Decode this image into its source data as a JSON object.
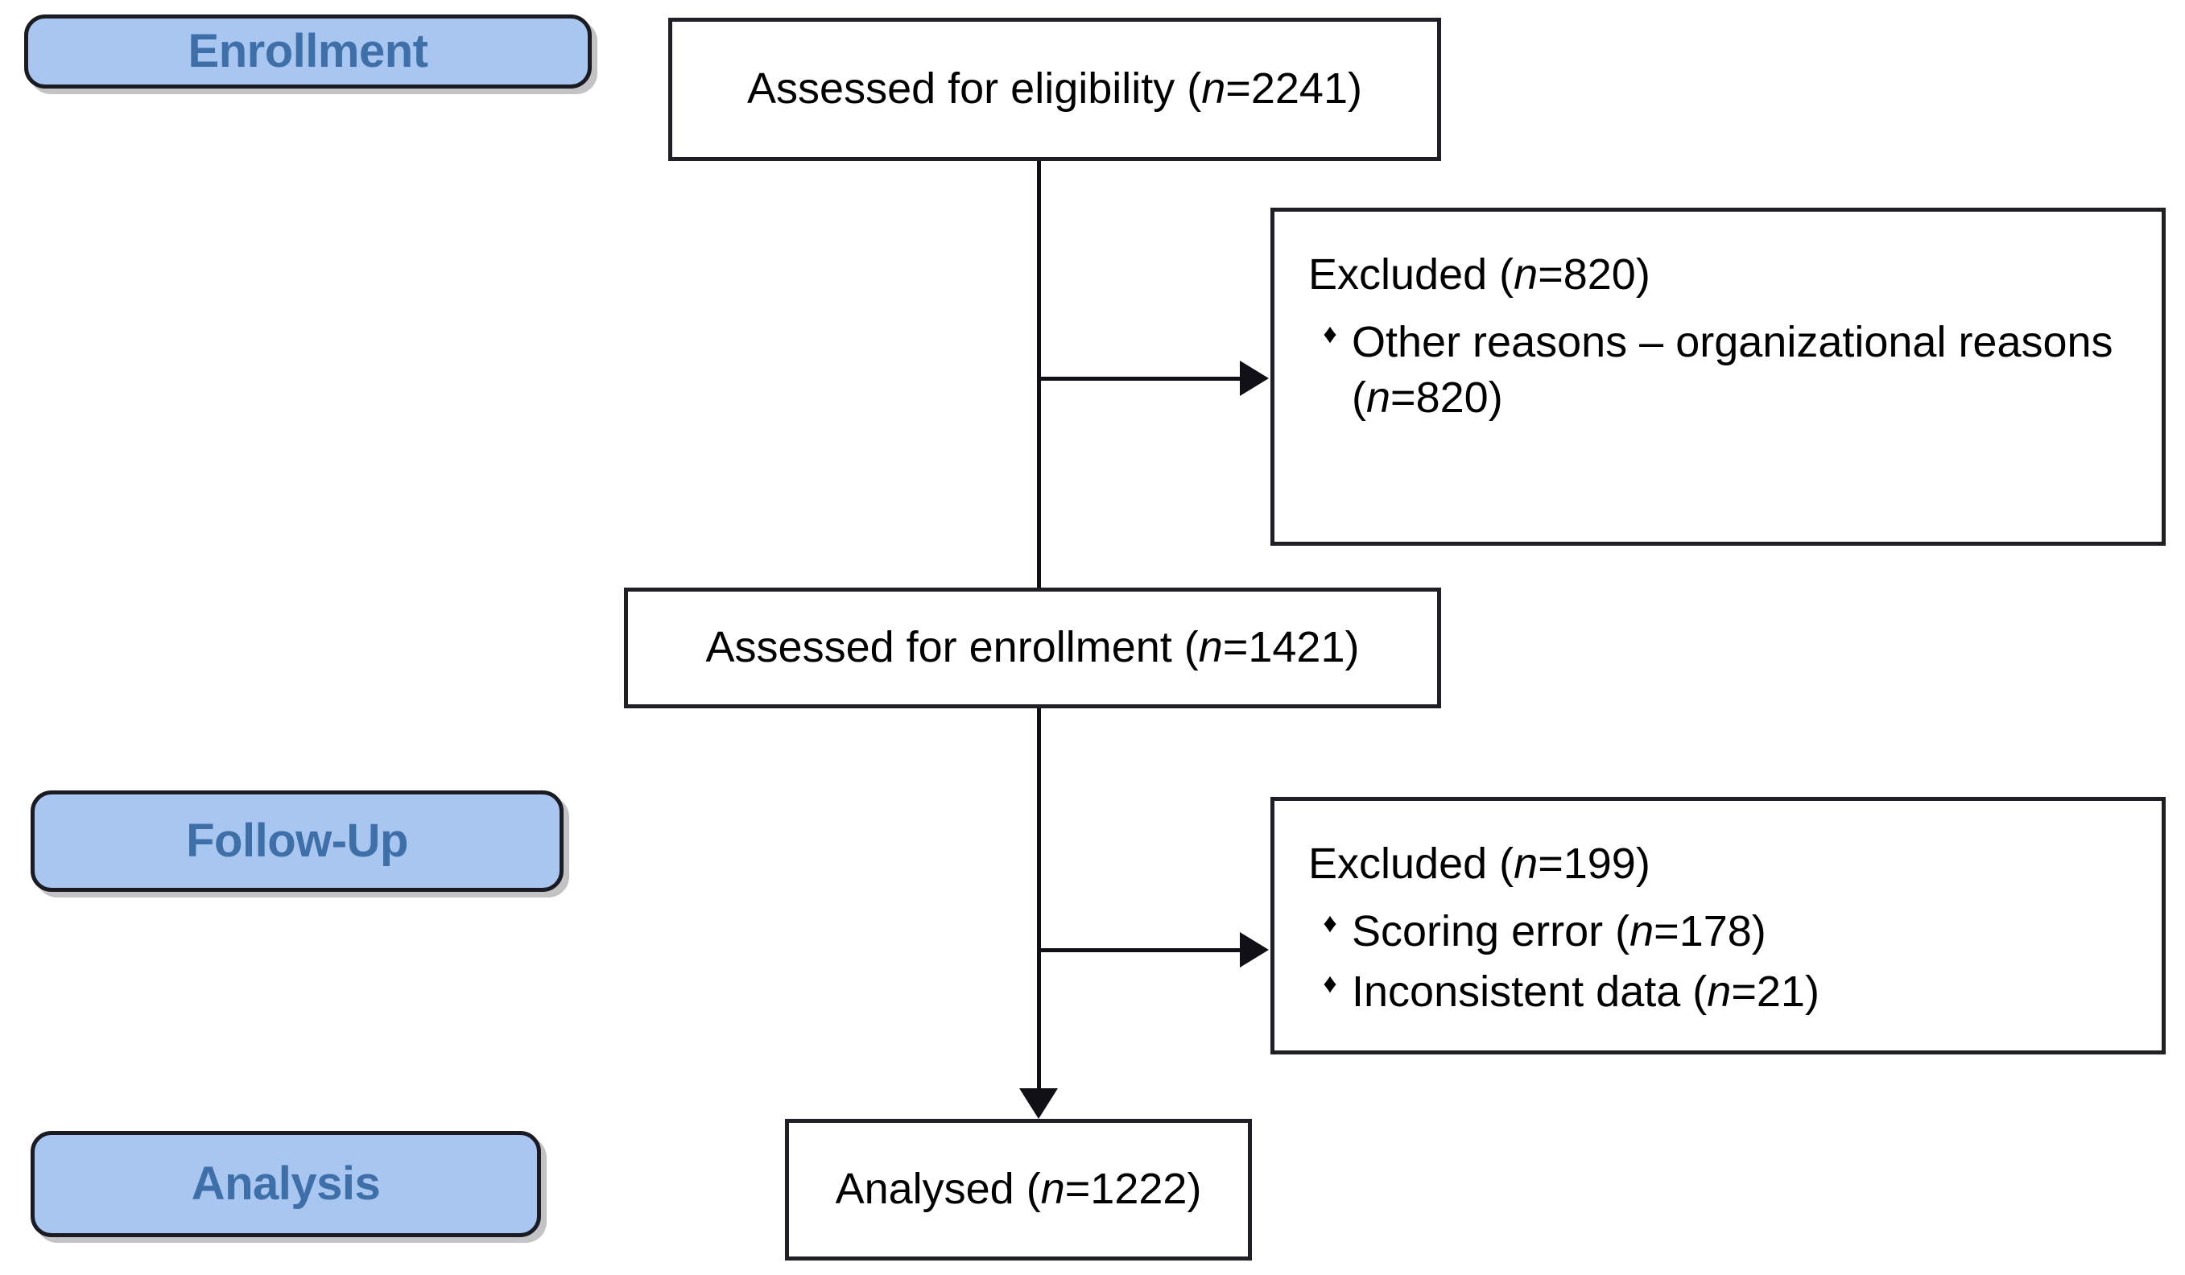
{
  "diagram": {
    "title": "CONSORT participant flow diagram",
    "type": "flowchart",
    "colors": {
      "stage_fill": "#A8C6F0",
      "stage_text": "#3E6FA8",
      "stage_border": "#1b1b23",
      "box_border": "#1f1f26",
      "box_fill": "#FFFFFF",
      "line": "#101016",
      "text": "#000000"
    }
  },
  "stages": [
    {
      "id": "enrollment",
      "label": "Enrollment"
    },
    {
      "id": "follow-up",
      "label": "Follow-Up"
    },
    {
      "id": "analysis",
      "label": "Analysis"
    }
  ],
  "boxes": {
    "assessed_eligibility": {
      "prefix": "Assessed for eligibility (",
      "n_symbol": "n",
      "eq": "=",
      "count": "2241",
      "suffix": ")",
      "full_text": "Assessed for eligibility (n=2241)"
    },
    "assessed_enrollment": {
      "prefix": "Assessed for enrollment (",
      "n_symbol": "n",
      "eq": "=",
      "count": "1421",
      "suffix": ")",
      "full_text": "Assessed for enrollment (n=1421)"
    },
    "analysed": {
      "prefix": "Analysed (",
      "n_symbol": "n",
      "eq": "=",
      "count": "1222",
      "suffix": ")",
      "full_text": "Analysed (n=1222)"
    }
  },
  "excluded_enrollment": {
    "heading_prefix": "Excluded (",
    "heading_n": "n",
    "heading_eq": "=",
    "heading_count": "820",
    "heading_suffix": ")",
    "heading_full": "Excluded (n=820)",
    "bullet_glyph": "♦",
    "items": [
      {
        "text_before": "Other reasons – organizational reasons (",
        "n_symbol": "n",
        "eq": "=",
        "count": "820",
        "text_after": ")",
        "full_text": "Other reasons – organizational reasons (n=820)"
      }
    ]
  },
  "excluded_followup": {
    "heading_prefix": "Excluded (",
    "heading_n": "n",
    "heading_eq": "=",
    "heading_count": "199",
    "heading_suffix": ")",
    "heading_full": "Excluded (n=199)",
    "bullet_glyph": "♦",
    "items": [
      {
        "text_before": "Scoring error (",
        "n_symbol": "n",
        "eq": "=",
        "count": "178",
        "text_after": ")",
        "full_text": "Scoring error (n=178)"
      },
      {
        "text_before": "Inconsistent data (",
        "n_symbol": "n",
        "eq": "=",
        "count": "21",
        "text_after": ")",
        "full_text": "Inconsistent data (n=21)"
      }
    ]
  }
}
